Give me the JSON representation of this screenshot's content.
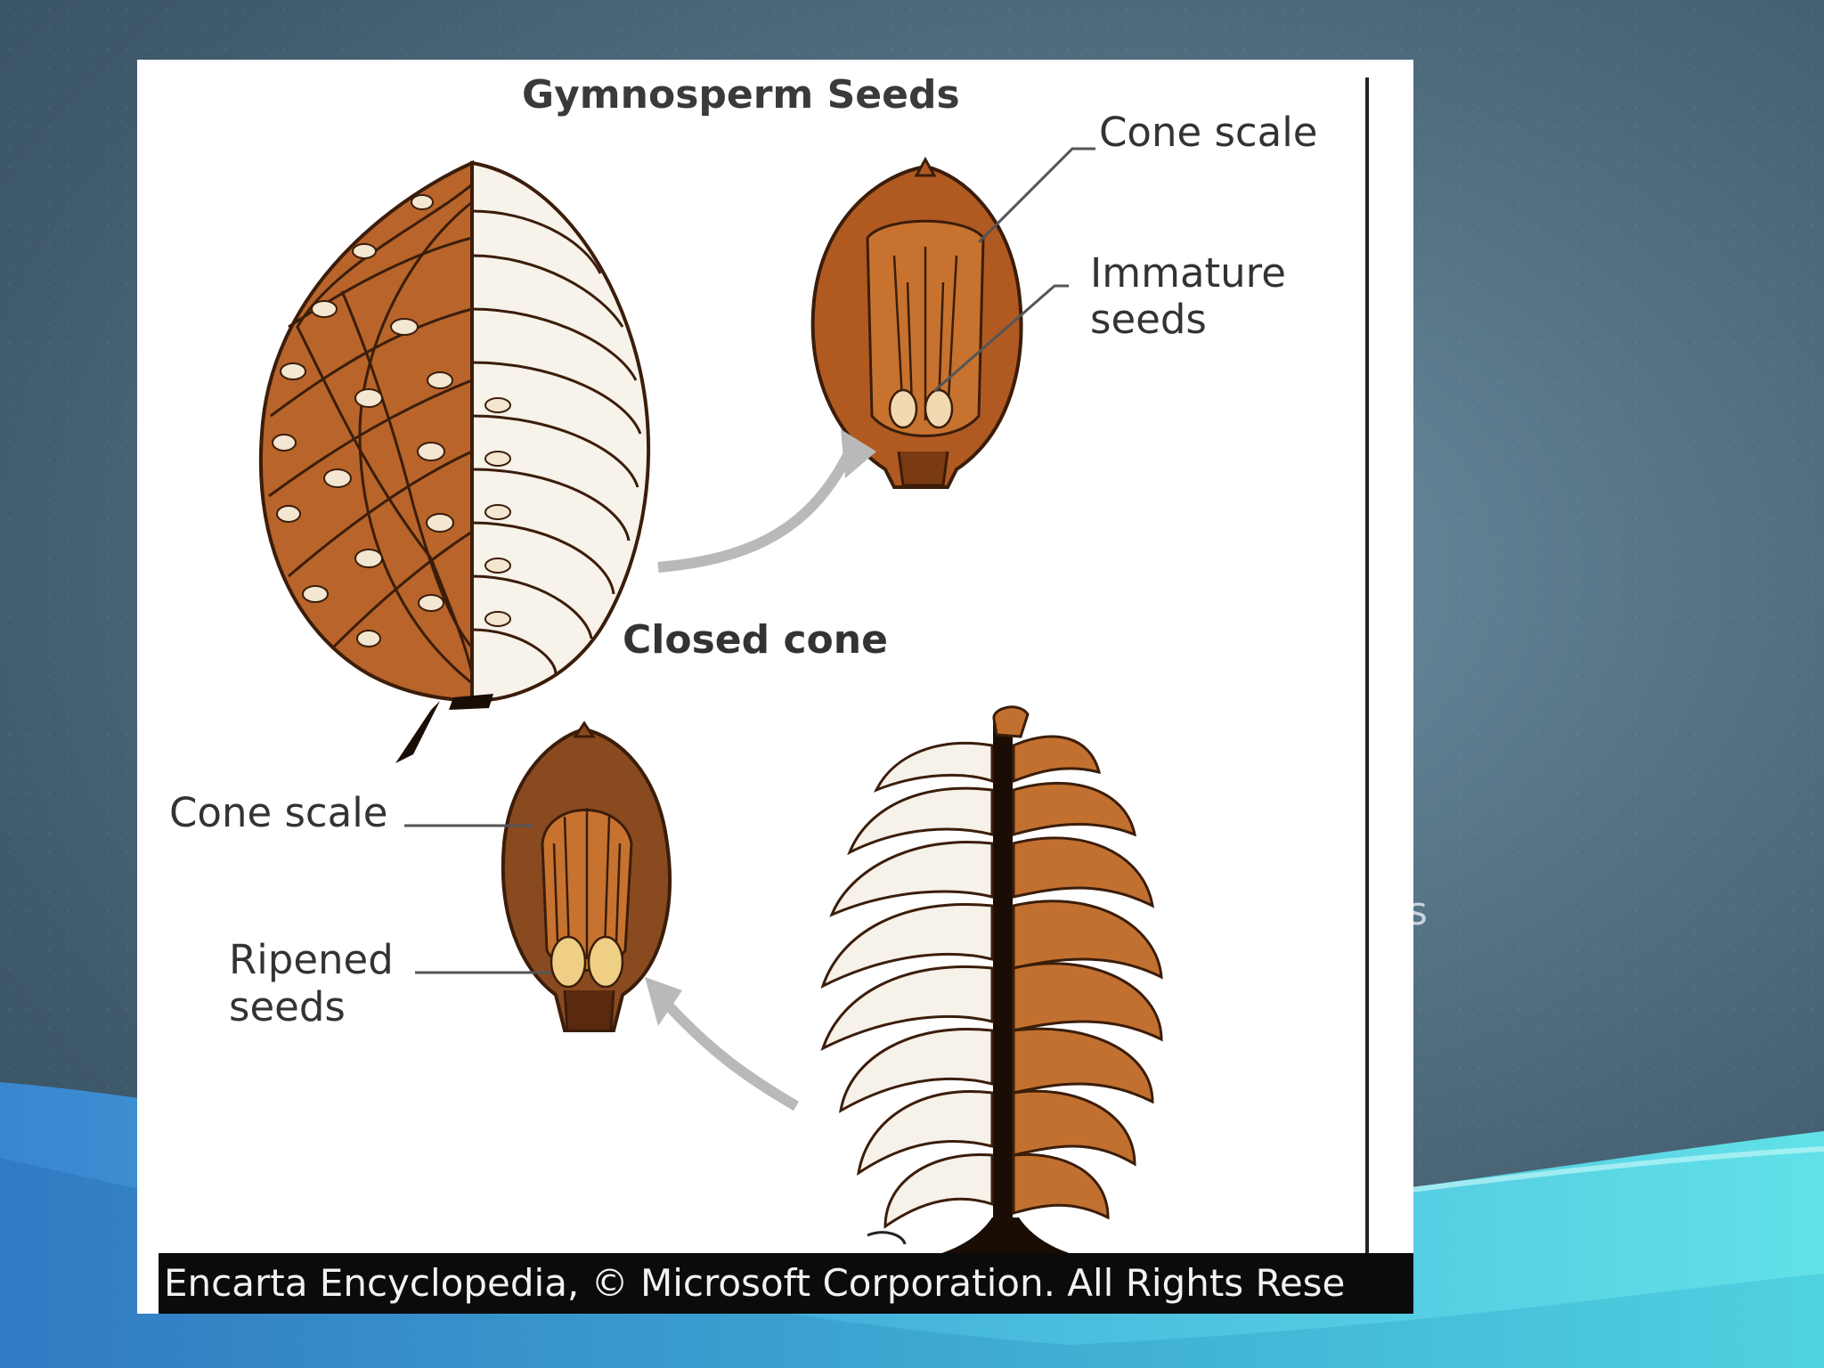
{
  "slide": {
    "colors": {
      "background": "#4e6b7d",
      "swoosh_light": "#5ce0e6",
      "swoosh_dark": "#2f7fc7"
    },
    "edge_text": "s"
  },
  "figure": {
    "title": "Gymnosperm Seeds",
    "labels": {
      "cone_scale_top": "Cone scale",
      "immature_seeds_line1": "Immature",
      "immature_seeds_line2": "seeds",
      "closed_cone": "Closed cone",
      "cone_scale_bottom": "Cone scale",
      "ripened_seeds_line1": "Ripened",
      "ripened_seeds_line2": "seeds"
    },
    "credit": "Encarta Encyclopedia, © Microsoft Corporation. All Rights Rese",
    "colors": {
      "cone_brown": "#b8642a",
      "cone_dark": "#7a3d16",
      "scale_white": "#f6f1e9",
      "arrow": "#b9b9b9"
    }
  }
}
